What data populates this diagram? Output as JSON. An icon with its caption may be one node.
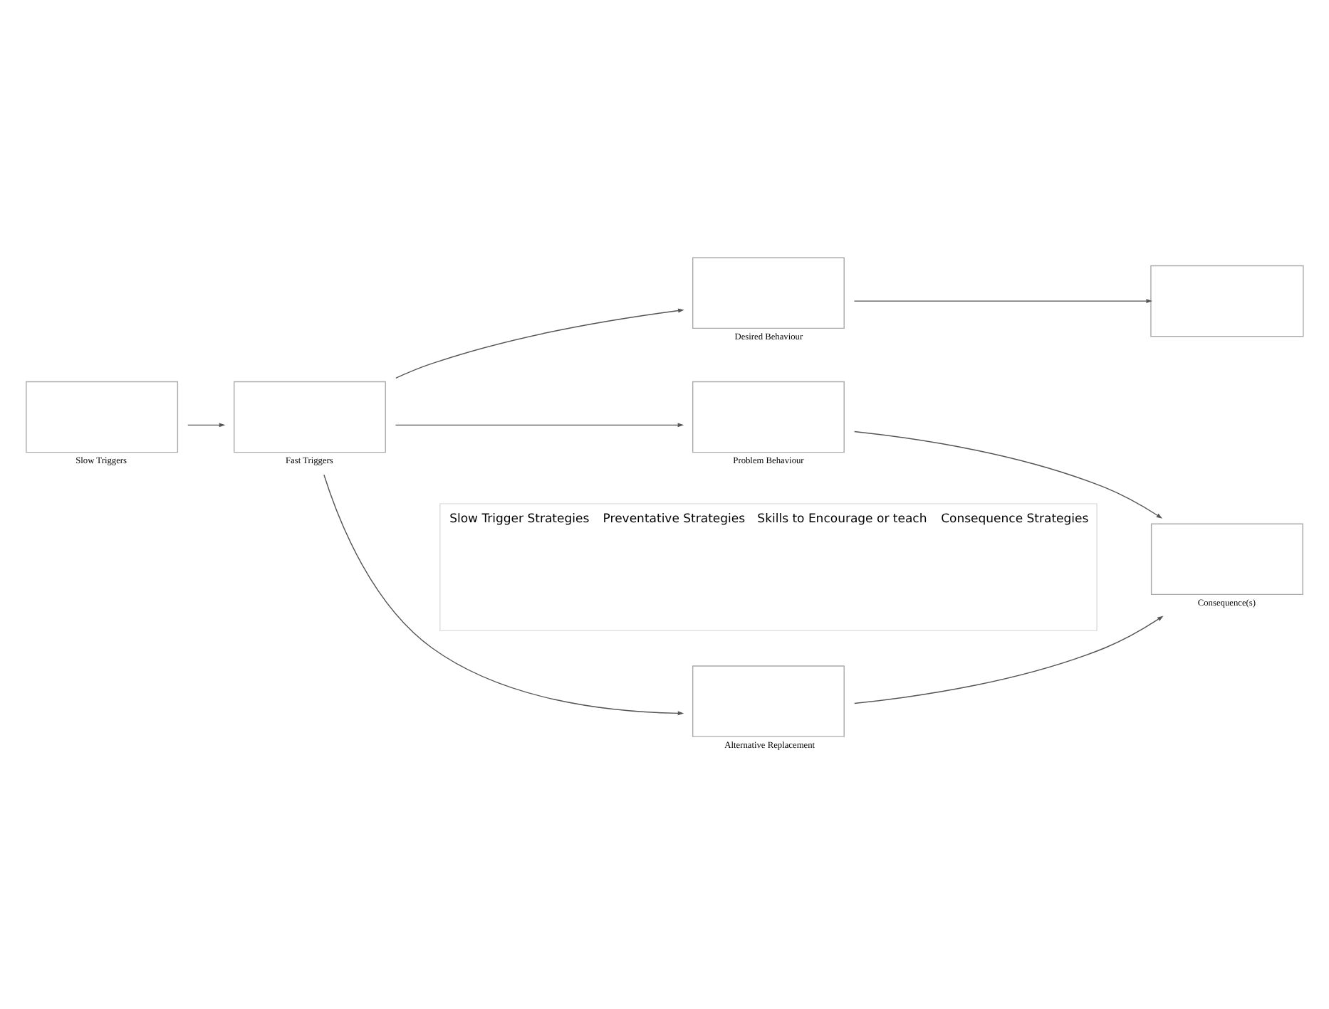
{
  "diagram": {
    "nodes": [
      {
        "text": [
          "Desired Behaviour"
        ]
      },
      {
        "text": [],
        "shape": "box"
      },
      {
        "text": [
          "Slow Triggers"
        ]
      },
      {
        "text": [
          "Fast Triggers"
        ]
      },
      {
        "text": [
          "Problem Behaviour"
        ]
      },
      {
        "text": [
          "Consequence(s)"
        ]
      },
      {
        "text": [
          "Alternative Replacement"
        ]
      },
      {
        "text": [
          "Slow Trigger Strategies",
          "Preventative Strategies",
          "Skills to Encourage or teach",
          "Consequence Strategies"
        ]
      }
    ],
    "edges": [
      {
        "from": 3,
        "to": 0,
        "arrow": "to"
      },
      {
        "from": 0,
        "to": 1,
        "arrow": "to"
      },
      {
        "from": 2,
        "to": 3,
        "arrow": "to"
      },
      {
        "from": 3,
        "to": 4,
        "arrow": "to"
      },
      {
        "from": 4,
        "to": 5,
        "arrow": "to"
      },
      {
        "from": 3,
        "to": 6,
        "arrow": "to"
      },
      {
        "from": 6,
        "to": 5,
        "arrow": "to"
      }
    ]
  }
}
